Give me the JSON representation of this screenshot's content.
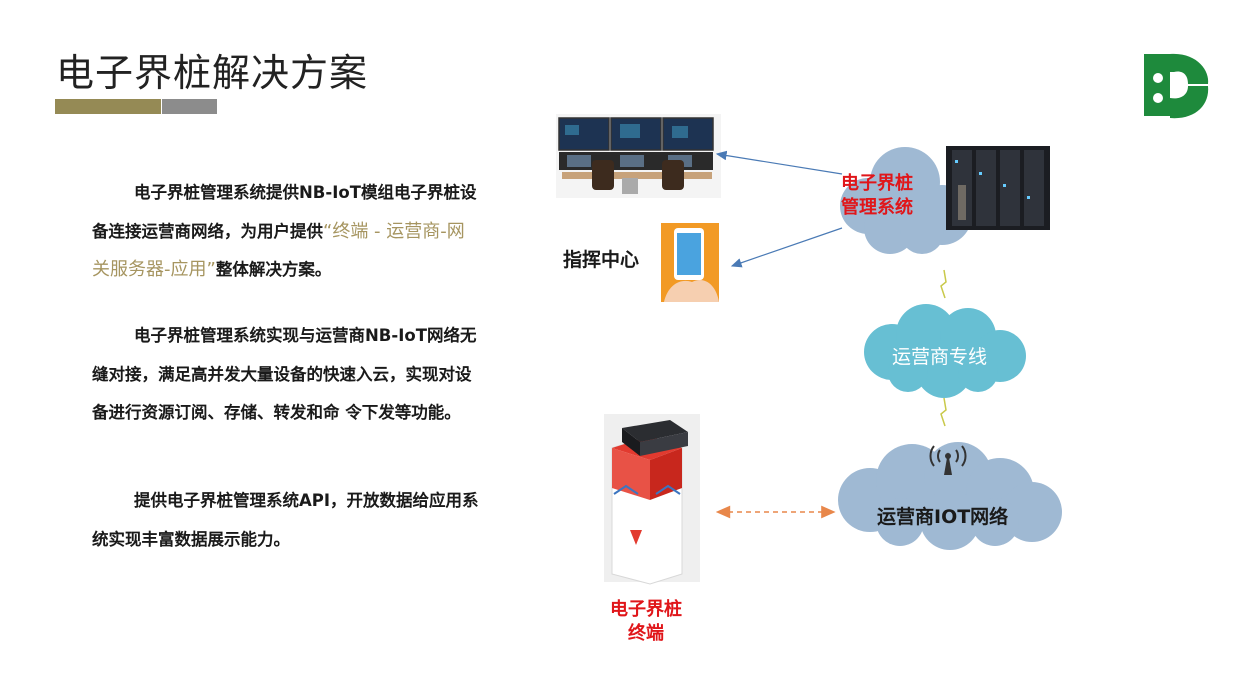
{
  "title": "电子界桩解决方案",
  "paragraphs": {
    "p1_a": "电子界桩管理系统提供NB-IoT模组电子界桩设备连接运营商网络，为用户提供",
    "p1_highlight": "“终端 - 运营商-网关服务器-应用”",
    "p1_b": "整体解决方案。",
    "p2": "电子界桩管理系统实现与运营商NB-IoT网络无缝对接，满足高并发大量设备的快速入云，实现对设备进行资源订阅、存储、转发和命 令下发等功能。",
    "p3": "提供电子界桩管理系统API，开放数据给应用系统实现丰富数据展示能力。"
  },
  "diagram": {
    "command_center": "指挥中心",
    "mgmt_system_line1": "电子界桩",
    "mgmt_system_line2": "管理系统",
    "carrier_line": "运营商专线",
    "carrier_iot": "运营商IOT网络",
    "terminal_line1": "电子界桩",
    "terminal_line2": "终端"
  },
  "colors": {
    "accent": "#958a55",
    "gray": "#8c8c8c",
    "highlight": "#a69560",
    "red_label": "#e0161a",
    "cloud_cyan": "#67bfd3",
    "cloud_blue": "#9fb9d3",
    "arrow_blue": "#4a7ab5",
    "arrow_orange": "#e8874a",
    "logo_green": "#1e8a3c"
  }
}
